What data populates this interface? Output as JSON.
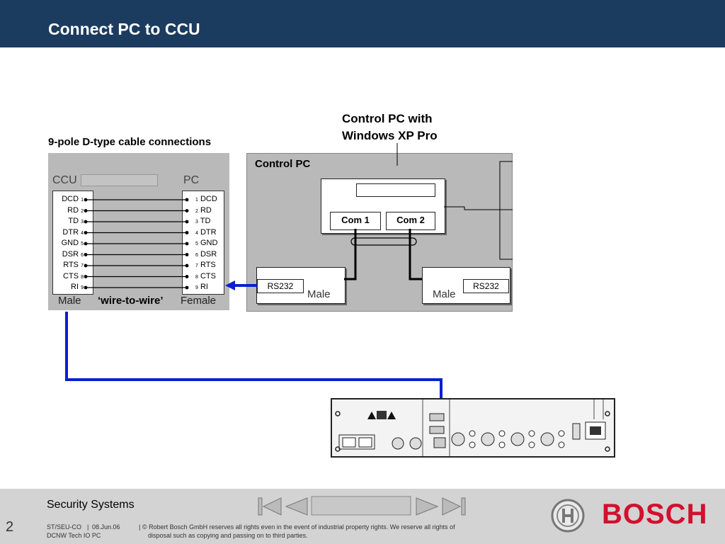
{
  "header": {
    "title": "Connect PC to CCU"
  },
  "callout": {
    "line1": "Control PC with",
    "line2": "Windows XP Pro"
  },
  "cable": {
    "title": "9-pole D-type cable connections",
    "left_head": "CCU",
    "right_head": "PC",
    "left_pins": [
      {
        "name": "DCD",
        "num": "1"
      },
      {
        "name": "RD",
        "num": "2"
      },
      {
        "name": "TD",
        "num": "3"
      },
      {
        "name": "DTR",
        "num": "4"
      },
      {
        "name": "GND",
        "num": "5"
      },
      {
        "name": "DSR",
        "num": "6"
      },
      {
        "name": "RTS",
        "num": "7"
      },
      {
        "name": "CTS",
        "num": "8"
      },
      {
        "name": "RI",
        "num": "9"
      }
    ],
    "right_pins": [
      {
        "num": "1",
        "name": "DCD"
      },
      {
        "num": "2",
        "name": "RD"
      },
      {
        "num": "3",
        "name": "TD"
      },
      {
        "num": "4",
        "name": "DTR"
      },
      {
        "num": "5",
        "name": "GND"
      },
      {
        "num": "6",
        "name": "DSR"
      },
      {
        "num": "7",
        "name": "RTS"
      },
      {
        "num": "8",
        "name": "CTS"
      },
      {
        "num": "9",
        "name": "RI"
      }
    ],
    "male_label": "Male",
    "wire_label": "‘wire-to-wire’",
    "female_label": "Female"
  },
  "control_pc": {
    "title": "Control PC",
    "com1": "Com 1",
    "com2": "Com 2",
    "rs_left": "RS232",
    "rs_right": "RS232",
    "male_left": "Male",
    "male_right": "Male"
  },
  "colors": {
    "header": "#1b3b5f",
    "wire": "#0a1fd0",
    "brand": "#d2102e"
  },
  "footer": {
    "company": "Security Systems",
    "slide_number": "2",
    "dept": "ST/SEU-CO",
    "date": "08.Jun.06",
    "doc": "DCNW Tech IO PC",
    "copyright_line1": "© Robert Bosch GmbH reserves all rights even in the event of industrial property rights. We reserve all rights of",
    "copyright_line2": "disposal such as copying and passing on to third parties.",
    "brand": "BOSCH"
  }
}
